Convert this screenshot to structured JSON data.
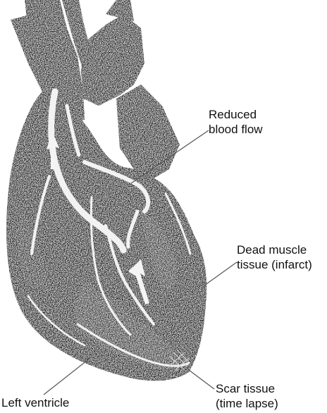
{
  "labels": {
    "reduced_blood_flow": [
      "Reduced",
      "blood flow"
    ],
    "dead_muscle_tissue": [
      "Dead muscle",
      "tissue (infarct)"
    ],
    "scar_tissue": [
      "Scar tissue",
      "(time lapse)"
    ],
    "left_ventricle": [
      "Left ventricle"
    ]
  },
  "colors": {
    "ink": "#1a1a1a",
    "vessel_highlight": "#f2f2f2",
    "leader_line": "#555555",
    "text": "#111111"
  }
}
